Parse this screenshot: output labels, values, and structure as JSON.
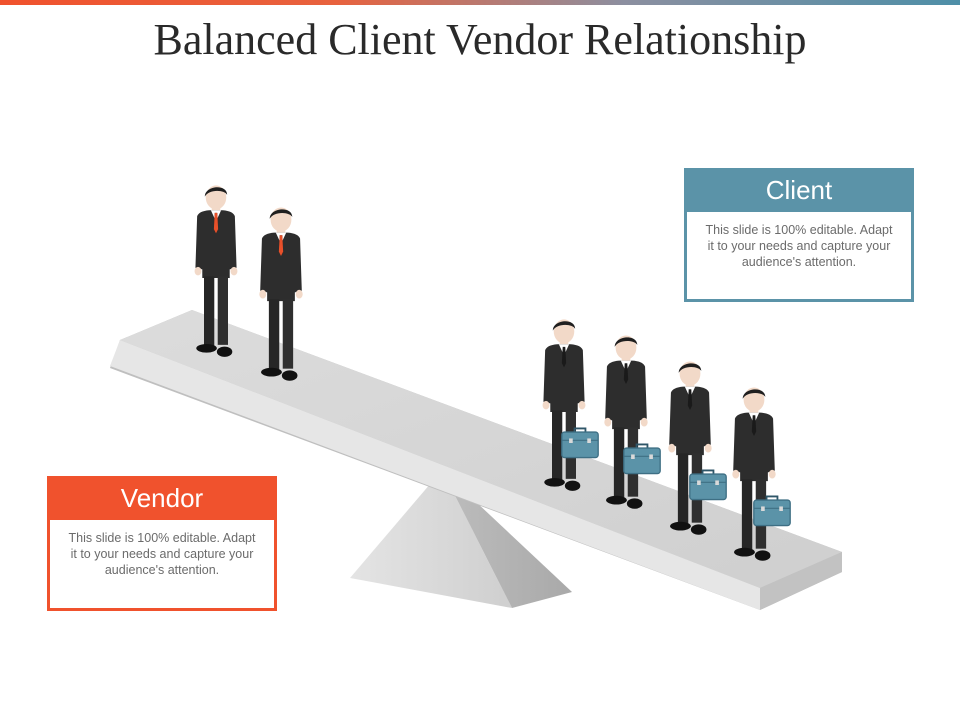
{
  "title": "Balanced Client Vendor Relationship",
  "colors": {
    "vendor": "#f0522d",
    "client": "#5b93a8",
    "suit": "#2b2b2b",
    "briefcase": "#5b93a8",
    "beam": "#d2d2d2"
  },
  "client": {
    "heading": "Client",
    "body": "This slide is 100% editable. Adapt it to your needs and capture your audience's attention."
  },
  "vendor": {
    "heading": "Vendor",
    "body": "This slide is 100% editable. Adapt it to your needs and capture your audience's attention."
  },
  "figures": {
    "vendor_people": 2,
    "client_people": 4,
    "client_people_carry": "briefcase-icon"
  }
}
